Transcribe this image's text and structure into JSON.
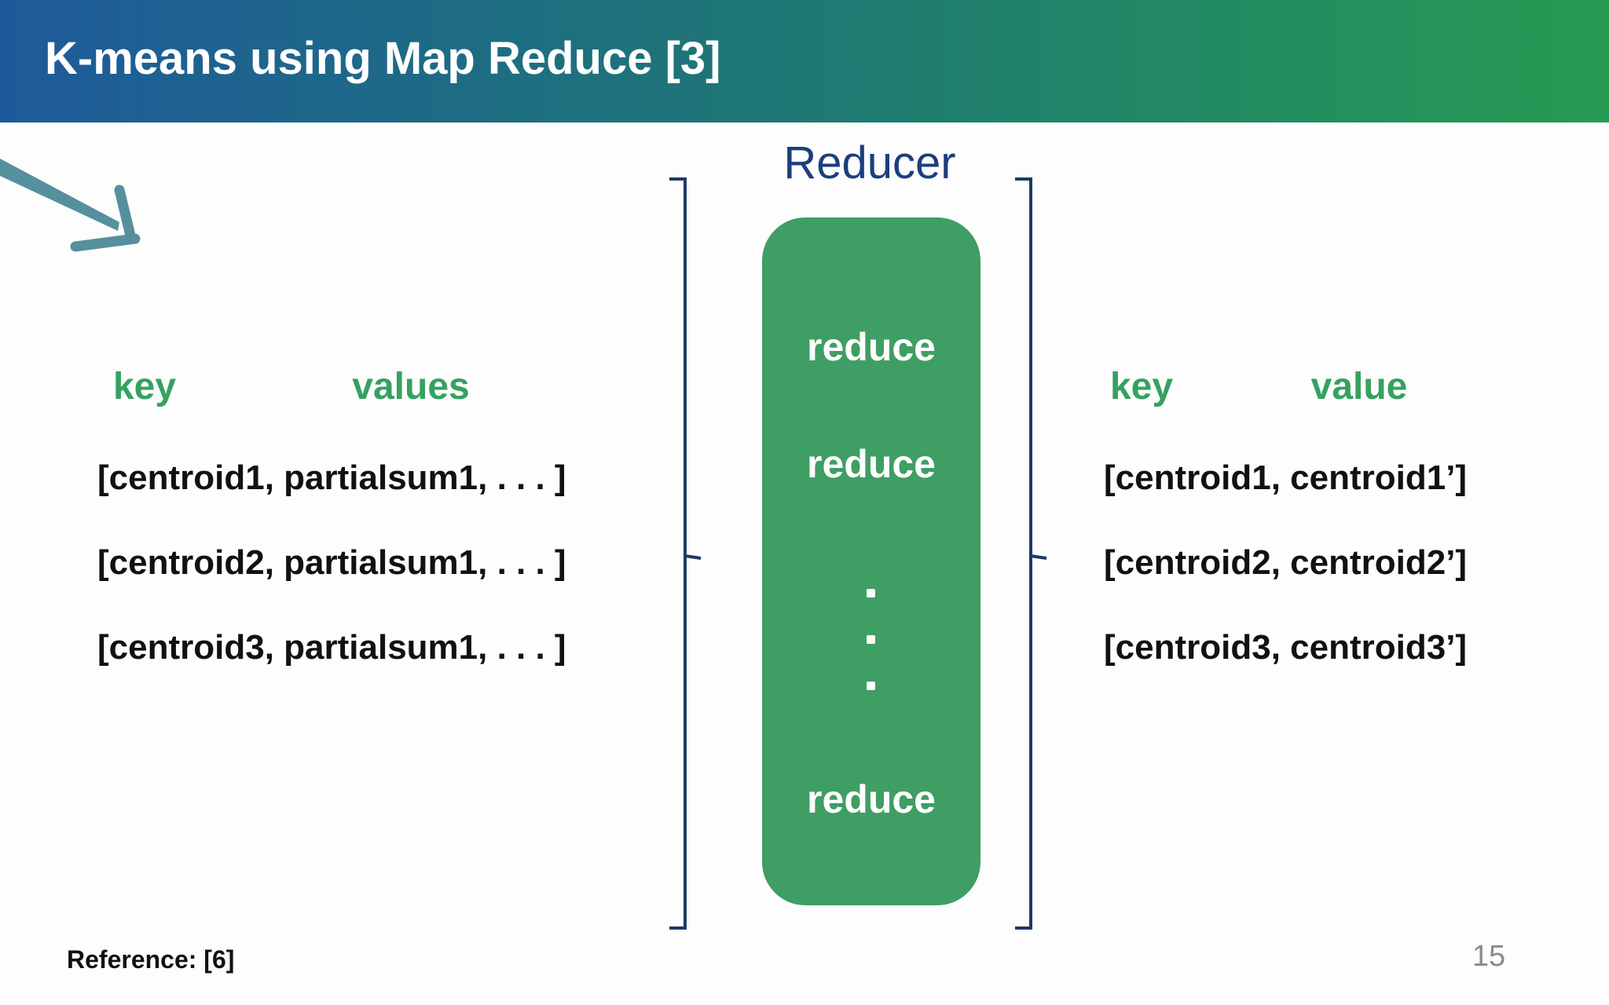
{
  "slide": {
    "title": "K-means using Map Reduce [3]",
    "footer": {
      "reference": "Reference: [6]",
      "page_number": "15"
    }
  },
  "diagram": {
    "reducer_label": "Reducer",
    "reduce_steps": [
      "reduce",
      "reduce",
      "reduce"
    ],
    "mapper_output": {
      "headers": {
        "key": "key",
        "values": "values"
      },
      "rows": [
        "[centroid1, partialsum1, . . . ]",
        "[centroid2, partialsum1, . . . ]",
        "[centroid3, partialsum1, . . . ]"
      ]
    },
    "reducer_output": {
      "headers": {
        "key": "key",
        "value": "value"
      },
      "rows": [
        "[centroid1, centroid1’]",
        "[centroid2, centroid2’]",
        "[centroid3, centroid3’]"
      ]
    },
    "colors": {
      "header_gradient_start": "#1e5a9a",
      "header_gradient_mid": "#1e7a72",
      "header_gradient_end": "#279b53",
      "reduce_box_green": "#3f9e63",
      "table_header_green": "#35a160",
      "reducer_label_navy": "#1b3e7d",
      "bracket_navy": "#1d3a63",
      "arrow_teal": "#55909c",
      "body_text_black": "#111111",
      "page_number_gray": "#8b8b8b"
    }
  }
}
